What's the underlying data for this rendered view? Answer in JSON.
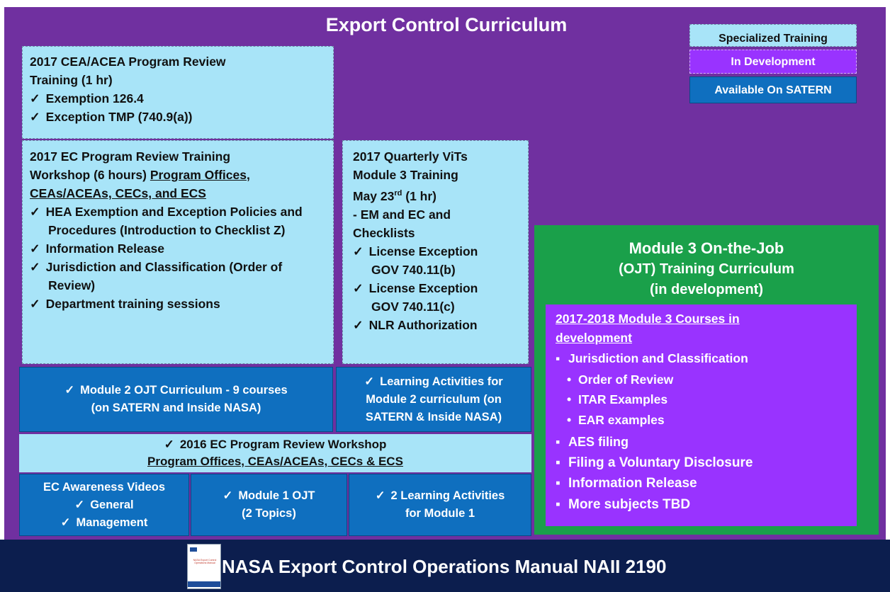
{
  "title": "Export Control Curriculum",
  "legend": {
    "specialized": "Specialized Training",
    "in_development": "In Development",
    "available": "Available On SATERN"
  },
  "cea_review": {
    "heading_line1": "2017 CEA/ACEA Program Review",
    "heading_line2": "Training (1 hr)",
    "items": [
      "Exemption 126.4",
      "Exception TMP (740.9(a))"
    ]
  },
  "ec_workshop": {
    "line1": "2017 EC Program Review Training",
    "line2_plain": "Workshop (6 hours) ",
    "line2_under": "Program Offices,",
    "line3_under": "CEAs/ACEAs,  CECs, and ECS",
    "items": [
      "HEA Exemption and Exception Policies and Procedures (Introduction to Checklist Z)",
      "Information Release",
      "Jurisdiction and Classification (Order of Review)",
      "Department training sessions"
    ]
  },
  "quarterly": {
    "line1": "2017 Quarterly ViTs",
    "line2": "Module 3 Training",
    "line3_pre": "May 23",
    "line3_sup": "rd",
    "line3_post": " (1 hr)",
    "line4": "- EM and EC and",
    "line5": "Checklists",
    "items": [
      {
        "l1": "License Exception",
        "l2": "GOV 740.11(b)"
      },
      {
        "l1": "License Exception",
        "l2": "GOV 740.11(c)"
      },
      {
        "l1": "NLR Authorization",
        "l2": ""
      }
    ]
  },
  "module2_ojt": {
    "line1": "Module 2 OJT Curriculum - 9 courses",
    "line2": "(on SATERN and Inside NASA)"
  },
  "learning_m2": {
    "line1": "Learning Activities for",
    "line2": "Module 2 curriculum (on",
    "line3": "SATERN & Inside NASA)"
  },
  "workshop_2016": {
    "line1": "2016 EC Program Review Workshop",
    "line2": "Program Offices, CEAs/ACEAs, CECs & ECS"
  },
  "awareness": {
    "line1": "EC Awareness Videos",
    "line2": "General",
    "line3": "Management"
  },
  "module1_ojt": {
    "line1": "Module 1 OJT",
    "line2": "(2 Topics)"
  },
  "learning_m1": {
    "line1": "2 Learning Activities",
    "line2": "for Module 1"
  },
  "module3": {
    "heading1": "Module 3 On-the-Job",
    "heading2": "(OJT) Training Curriculum",
    "heading3": "(in development)",
    "courses_line1": "2017-2018 Module 3 Courses in",
    "courses_line2": "development",
    "jurisdiction": "Jurisdiction and Classification",
    "sub": [
      "Order of Review",
      "ITAR Examples",
      "EAR examples"
    ],
    "more": [
      "AES filing",
      "Filing a Voluntary Disclosure",
      "Information  Release",
      "More subjects  TBD"
    ]
  },
  "footer": {
    "manual": "NASA Export Control Operations Manual NAII 2190",
    "thumb_title": "NASA Export Control Operations Manual"
  }
}
